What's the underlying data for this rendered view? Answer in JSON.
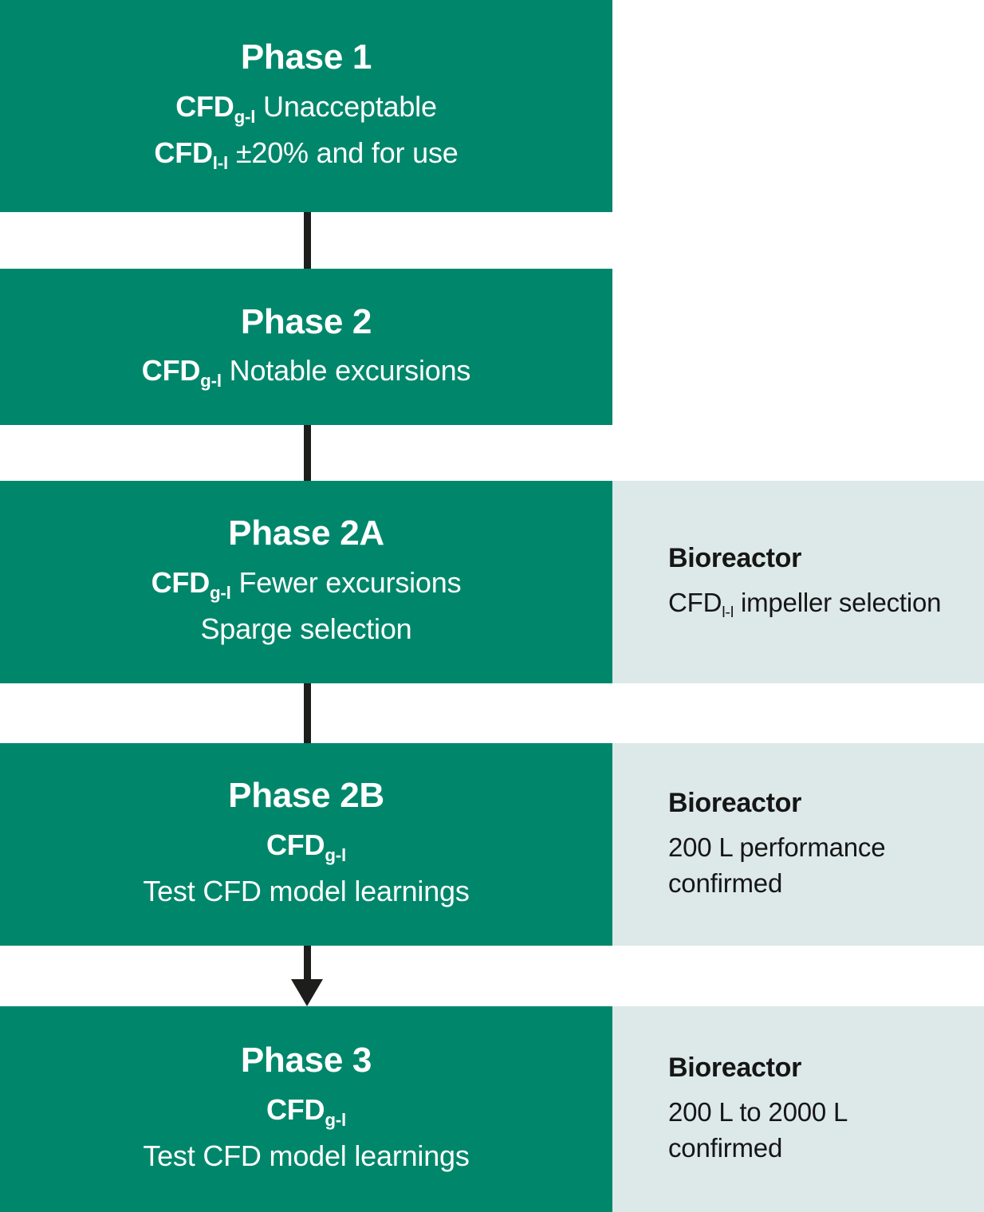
{
  "colors": {
    "phase_green": "#00876b",
    "side_panel": "#dce9e8",
    "connector": "#1d1d1b",
    "phase_text": "#ffffff",
    "side_text": "#161616"
  },
  "diagram": {
    "type": "flowchart",
    "orientation": "vertical",
    "rows": [
      {
        "id": "phase-1",
        "title": "Phase 1",
        "lines": [
          {
            "bold_prefix": "CFD",
            "subscript": "g-l",
            "rest": " Unacceptable"
          },
          {
            "bold_prefix": "CFD",
            "subscript": "l-l",
            "rest": " ±20% and for use"
          }
        ],
        "side": null
      },
      {
        "id": "phase-2",
        "title": "Phase 2",
        "lines": [
          {
            "bold_prefix": "CFD",
            "subscript": "g-l",
            "rest": " Notable excursions"
          }
        ],
        "side": null
      },
      {
        "id": "phase-2a",
        "title": "Phase 2A",
        "lines": [
          {
            "bold_prefix": "CFD",
            "subscript": "g-l",
            "rest": " Fewer excursions"
          },
          {
            "bold_prefix": "",
            "subscript": "",
            "rest": "Sparge selection"
          }
        ],
        "side": {
          "title": "Bioreactor",
          "prefix": "CFD",
          "subscript": "l-l",
          "rest": " impeller selection"
        }
      },
      {
        "id": "phase-2b",
        "title": "Phase 2B",
        "lines": [
          {
            "bold_prefix": "CFD",
            "subscript": "g-l",
            "rest": ""
          },
          {
            "bold_prefix": "",
            "subscript": "",
            "rest": "Test CFD model learnings"
          }
        ],
        "side": {
          "title": "Bioreactor",
          "prefix": "",
          "subscript": "",
          "rest": "200 L performance confirmed"
        }
      },
      {
        "id": "phase-3",
        "title": "Phase 3",
        "lines": [
          {
            "bold_prefix": "CFD",
            "subscript": "g-l",
            "rest": ""
          },
          {
            "bold_prefix": "",
            "subscript": "",
            "rest": "Test CFD model learnings"
          }
        ],
        "side": {
          "title": "Bioreactor",
          "prefix": "",
          "subscript": "",
          "rest": "200 L to 2000 L confirmed"
        }
      }
    ],
    "connectors": [
      {
        "id": "connector-1-2",
        "from": "phase-1",
        "to": "phase-2",
        "style": "line"
      },
      {
        "id": "connector-2-2a",
        "from": "phase-2",
        "to": "phase-2a",
        "style": "line"
      },
      {
        "id": "connector-2a-2b",
        "from": "phase-2a",
        "to": "phase-2b",
        "style": "line"
      },
      {
        "id": "connector-2b-3",
        "from": "phase-2b",
        "to": "phase-3",
        "style": "arrow"
      }
    ]
  }
}
